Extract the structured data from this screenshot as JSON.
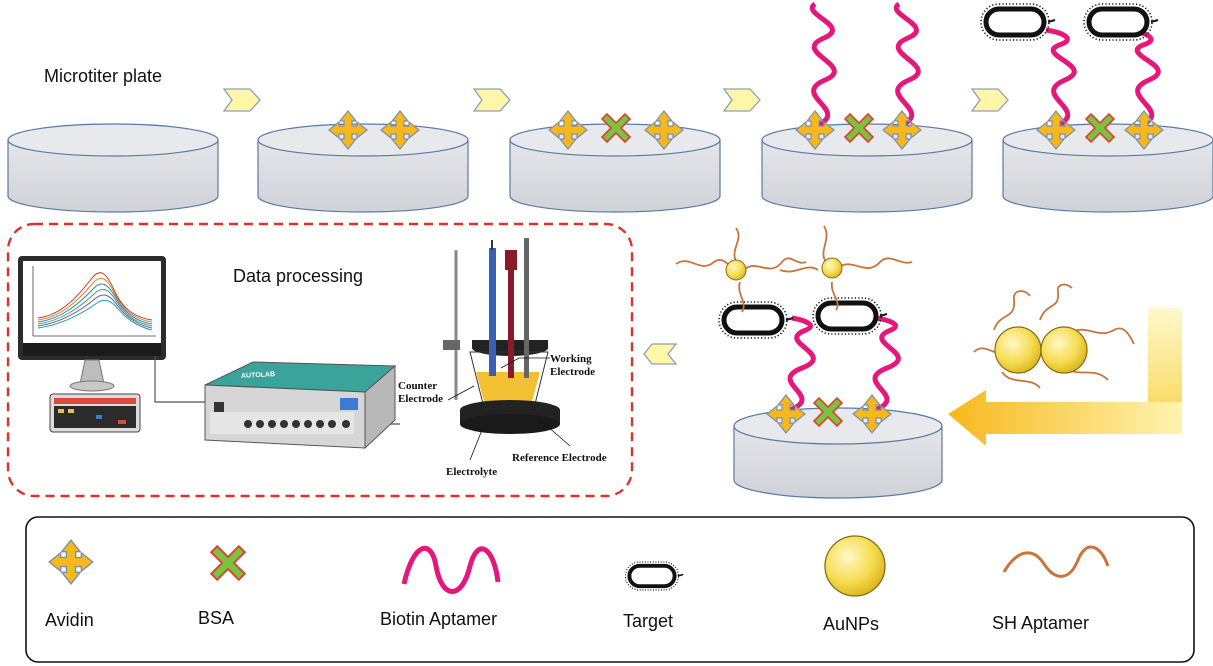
{
  "steps": {
    "microtiter_label": "Microtiter plate"
  },
  "processing": {
    "title": "Data processing",
    "device_brand": "AUTOLAB",
    "cell_labels": {
      "working": [
        "Working",
        "Electrode"
      ],
      "counter": [
        "Counter",
        "Electrode"
      ],
      "reference": "Reference Electrode",
      "electrolyte": "Electrolyte"
    }
  },
  "legend": {
    "avidin": "Avidin",
    "bsa": "BSA",
    "biotin_aptamer": "Biotin Aptamer",
    "target": "Target",
    "aunps": "AuNPs",
    "sh_aptamer": "SH Aptamer"
  },
  "colors": {
    "avidin": "#f7b81c",
    "bsa": "#7bc142",
    "bsa_outline": "#d9432f",
    "biotin_aptamer": "#e6177a",
    "sh_aptamer": "#c8743a",
    "aunp": "#f6dc50",
    "plate_fill": "#dcdee2",
    "arrow_fill": "#fff6a8",
    "dash_box": "#e0322b"
  }
}
